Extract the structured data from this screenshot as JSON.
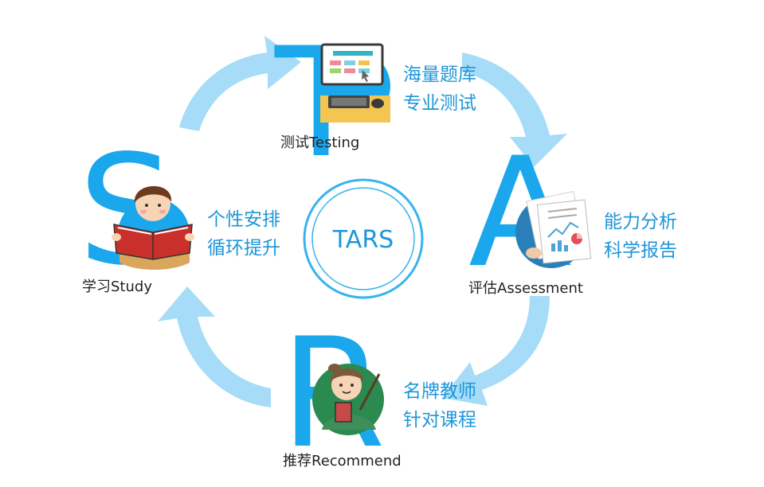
{
  "center": {
    "text": "TARS"
  },
  "stages": [
    {
      "letter": "T",
      "label": "测试Testing",
      "line1": "海量题库",
      "line2": "专业测试",
      "illustration": "computer-screen-icon"
    },
    {
      "letter": "A",
      "label": "评估Assessment",
      "line1": "能力分析",
      "line2": "科学报告",
      "illustration": "report-document-icon"
    },
    {
      "letter": "R",
      "label": "推荐Recommend",
      "line1": "名牌教师",
      "line2": "针对课程",
      "illustration": "teacher-icon"
    },
    {
      "letter": "S",
      "label": "学习Study",
      "line1": "个性安排",
      "line2": "循环提升",
      "illustration": "reading-student-icon"
    }
  ],
  "colors": {
    "letter": "#1aa7ec",
    "text_accent": "#1e96d8",
    "arrow": "#a6dcf7",
    "ring": "#36b4ee",
    "label": "#222222"
  }
}
